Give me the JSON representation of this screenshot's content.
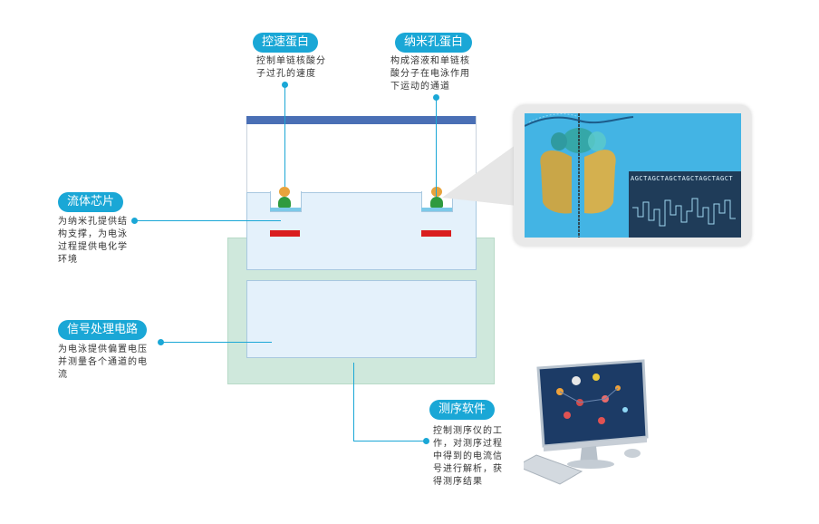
{
  "labels": {
    "speed_protein": {
      "title": "控速蛋白",
      "desc": "控制单链核酸分\n子过孔的速度"
    },
    "nanopore_protein": {
      "title": "纳米孔蛋白",
      "desc": "构成溶液和单链核\n酸分子在电泳作用\n下运动的通道"
    },
    "fluidic_chip": {
      "title": "流体芯片",
      "desc": "为纳米孔提供结\n构支撑，为电泳\n过程提供电化学\n环境"
    },
    "signal_circuit": {
      "title": "信号处理电路",
      "desc": "为电泳提供偏置电压\n并测量各个通道的电\n流"
    },
    "sequencing_software": {
      "title": "测序软件",
      "desc": "控制测序仪的工\n作，对测序过程\n中得到的电流信\n号进行解析，获\n得测序结果"
    }
  },
  "signal_panel": {
    "sequence_text": "AGCTAGCTAGCTAGCTAGCTAGCT"
  },
  "colors": {
    "accent": "#1aa7d6",
    "chip_fill": "#e4f1fb",
    "board_fill": "#cfe8dc",
    "top_bar": "#4a6fb5",
    "electrode": "#d91e1e",
    "pore_green": "#2f9a3e",
    "pore_orange": "#e8a33c"
  }
}
